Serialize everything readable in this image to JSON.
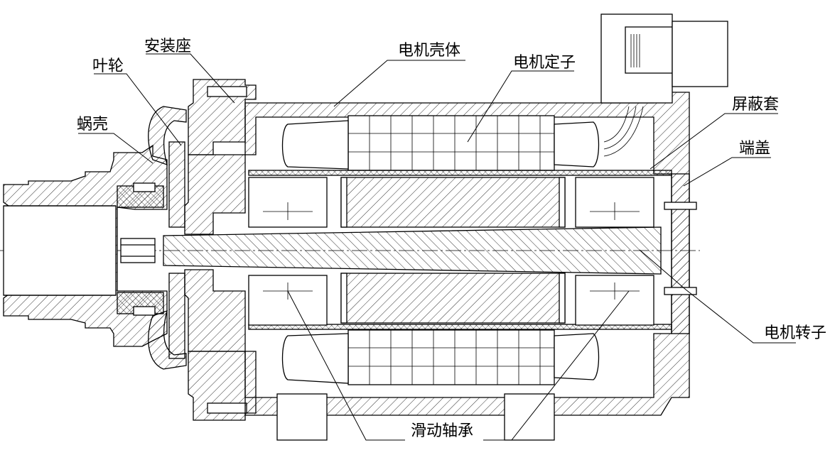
{
  "diagram": {
    "labels": {
      "impeller": "叶轮",
      "mount_seat": "安装座",
      "volute": "蜗壳",
      "motor_housing": "电机壳体",
      "motor_stator": "电机定子",
      "shield_sleeve": "屏蔽套",
      "end_cover": "端盖",
      "motor_rotor": "电机转子",
      "sliding_bearing": "滑动轴承"
    }
  }
}
